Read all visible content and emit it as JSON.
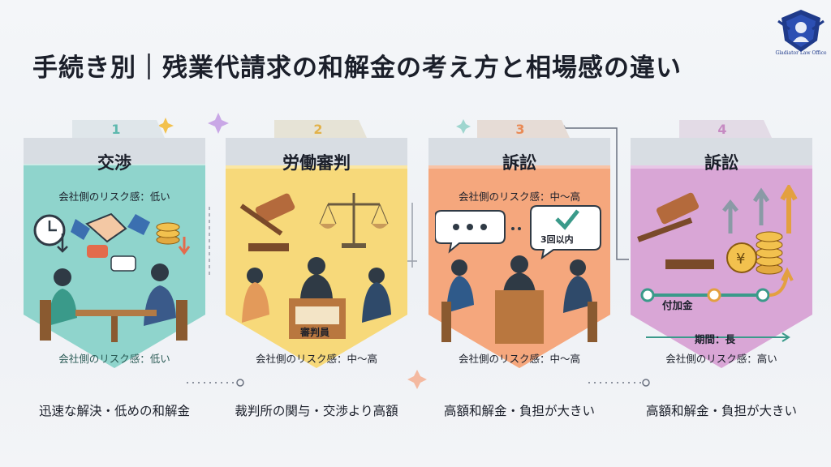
{
  "title": "手続き別｜残業代請求の和解金の考え方と相場感の違い",
  "logo_text": "Gladiator Law Office",
  "cards": [
    {
      "number": "1",
      "title": "交渉",
      "risk_top": "会社側のリスク感：低い",
      "risk_bottom": "会社側のリスク感：低い",
      "caption": "迅速な解決・低めの和解金",
      "color": "#8ed3cc"
    },
    {
      "number": "2",
      "title": "労働審判",
      "sign": "審判員",
      "risk_bottom": "会社側のリスク感：中〜高",
      "caption": "裁判所の関与・交渉より高額",
      "color": "#f7d97a"
    },
    {
      "number": "3",
      "title": "訴訟",
      "risk_top": "会社側のリスク感：中〜高",
      "bubble": "3回以内",
      "risk_bottom": "会社側のリスク感：中〜高",
      "caption": "高額和解金・負担が大きい",
      "color": "#f5a77d"
    },
    {
      "number": "4",
      "title": "訴訟",
      "label_addon": "付加金",
      "label_period": "期間：長",
      "risk_bottom": "会社側のリスク感：高い",
      "caption": "高額和解金・負担が大きい",
      "color": "#d9a6d6"
    }
  ]
}
